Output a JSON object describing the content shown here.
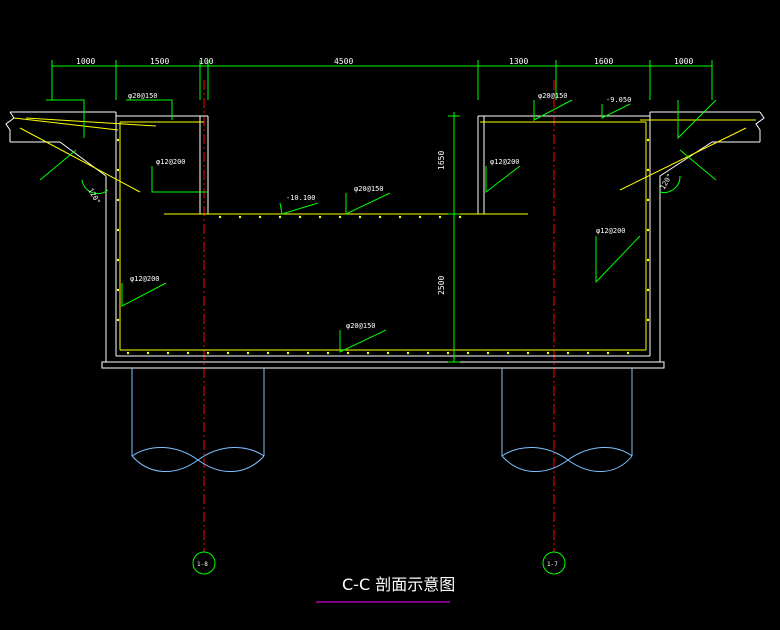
{
  "title": "C-C 剖面示意图",
  "colors": {
    "concrete": "#ffffff",
    "rebar": "#ffff00",
    "dimension": "#00ff00",
    "axis": "#ff0000",
    "pile": "#80c0ff",
    "title_underline": "#ff00ff"
  },
  "top_dimensions": [
    "1000",
    "1500",
    "100",
    "4500",
    "1300",
    "1600",
    "1000"
  ],
  "vertical_dimensions": [
    "1650",
    "2500"
  ],
  "elevations": [
    "-9.050",
    "-10.100"
  ],
  "rebar_labels": {
    "top_left": "φ20@150",
    "top_right": "φ20@150",
    "mid_top": "φ20@150",
    "bottom": "φ20@150",
    "wall_left_upper": "φ12@200",
    "wall_right_upper": "φ12@200",
    "wall_left_lower": "φ12@200",
    "wall_right_lower": "φ12@200"
  },
  "slope_angles": [
    "120°",
    "120°"
  ],
  "axis_markers": [
    "1-8",
    "1-7"
  ]
}
